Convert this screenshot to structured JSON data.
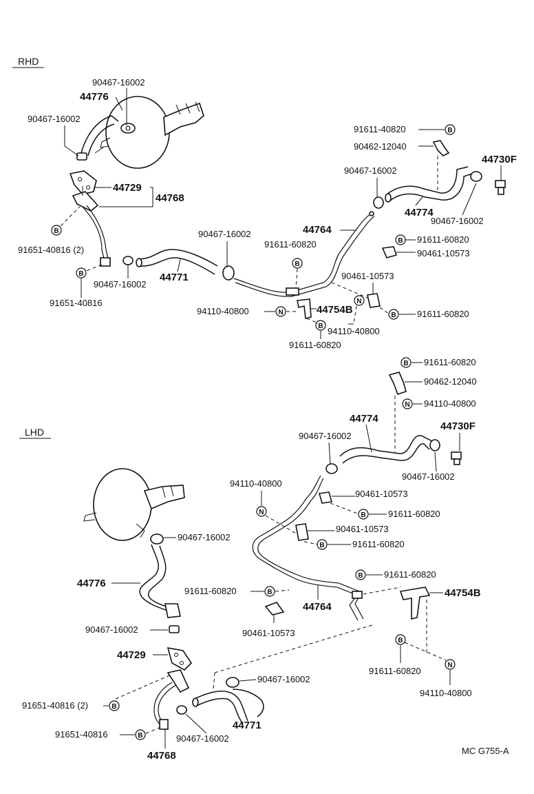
{
  "sections": {
    "rhd": "RHD",
    "lhd": "LHD"
  },
  "figure_code": "MC G755-A",
  "badges": {
    "bolt": "B",
    "nut": "N"
  },
  "rhd_labels": {
    "p90467_top": "90467-16002",
    "p44776": "44776",
    "p90467_left": "90467-16002",
    "p44729": "44729",
    "p44768": "44768",
    "p91651_a": "91651-40816 (2)",
    "p91651_b": "91651-40816",
    "p90467_mid": "90467-16002",
    "p44771": "44771",
    "p90467_center": "90467-16002",
    "p91611_center": "91611-60820",
    "p44764": "44764",
    "p91611_top": "91611-40820",
    "p90462": "90462-12040",
    "p90467_right": "90467-16002",
    "p44774": "44774",
    "p44730F": "44730F",
    "p90467_r2": "90467-16002",
    "p91611_r": "91611-60820",
    "p90461_r": "90461-10573",
    "p90461_b": "90461-10573",
    "p91611_br": "91611-60820",
    "p94110_l": "94110-40800",
    "p44754B": "44754B",
    "p94110_r": "94110-40800",
    "p91611_bot": "91611-60820"
  },
  "lhd_labels": {
    "p91611_t": "91611-60820",
    "p90462": "90462-12040",
    "p94110_t": "94110-40800",
    "p44774": "44774",
    "p44730F": "44730F",
    "p90467_a": "90467-16002",
    "p90467_b": "90467-16002",
    "p94110_m": "94110-40800",
    "p90461_a": "90461-10573",
    "p91611_a": "91611-60820",
    "p90461_b": "90461-10573",
    "p91611_b": "91611-60820",
    "p90467_c": "90467-16002",
    "p44776": "44776",
    "p91611_c": "91611-60820",
    "p91611_d": "91611-60820",
    "p44764": "44764",
    "p44754B": "44754B",
    "p90461_c": "90461-10573",
    "p90467_d": "90467-16002",
    "p44729": "44729",
    "p91611_e": "91611-60820",
    "p94110_b": "94110-40800",
    "p90467_e": "90467-16002",
    "p91651_a": "91651-40816 (2)",
    "p44771": "44771",
    "p91651_b": "91651-40816",
    "p90467_f": "90467-16002",
    "p44768": "44768"
  }
}
